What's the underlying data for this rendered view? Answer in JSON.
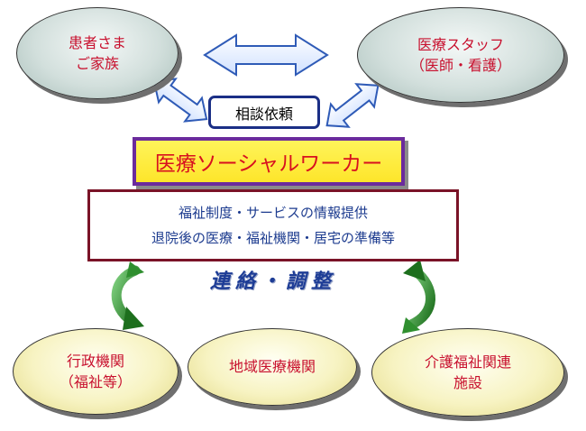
{
  "nodes": {
    "patient": [
      "患者さま",
      "ご家族"
    ],
    "staff": [
      "医療スタッフ",
      "（医師・看護）"
    ],
    "request": "相談依頼",
    "msw": "医療ソーシャルワーカー",
    "services": [
      "福祉制度・サービスの情報提供",
      "退院後の医療・福祉機関・居宅の準備等"
    ],
    "coordination": "連絡・調整",
    "admin": [
      "行政機関",
      "（福祉等）"
    ],
    "regional": "地域医療機関",
    "care": [
      "介護福祉関連",
      "施設"
    ]
  },
  "colors": {
    "arrow_fill": "#e9f1ff",
    "arrow_stroke": "#2f5bb7",
    "curved_arrow": "#2a8a2a"
  }
}
